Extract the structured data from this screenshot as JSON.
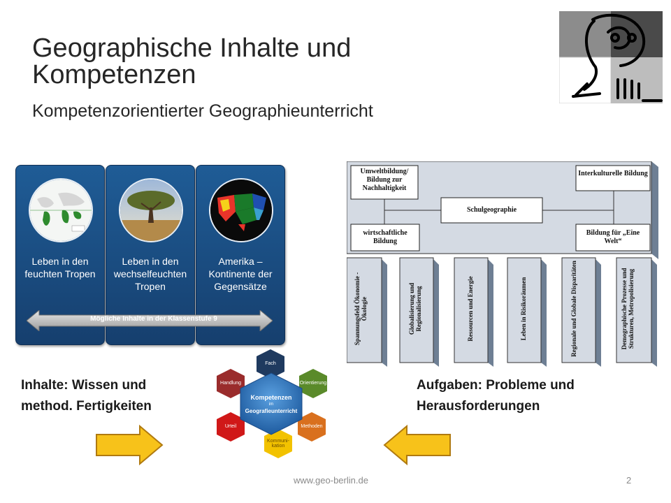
{
  "slide": {
    "title": "Geographische Inhalte und Kompetenzen",
    "subtitle": "Kompetenzorientierter Geographieunterricht",
    "footer": "www.geo-berlin.de",
    "page_number": "2"
  },
  "inhalte_cards": {
    "cards": [
      {
        "label": "Leben in den feuchten Tropen",
        "image": "world-globe-tropics-map"
      },
      {
        "label": "Leben in den wechselfeuchten Tropen",
        "image": "savanna-tree-photo"
      },
      {
        "label": "Amerika – Kontinente der Gegensätze",
        "image": "north-america-map"
      }
    ],
    "arrow_label": "Mögliche Inhalte in der Klassenstufe 9"
  },
  "schulgeographie": {
    "center": "Schulgeographie",
    "corner_boxes": {
      "top_left": "Umweltbildung/ Bildung zur Nachhaltigkeit",
      "top_right": "Interkulturelle Bildung",
      "bottom_left": "wirtschaftliche Bildung",
      "bottom_right": "Bildung für „Eine Welt“"
    },
    "pillars": [
      "Spannungsfeld Ökonomie - Ökologie",
      "Globalisierung und Regionalisierung",
      "Ressourcen und Energie",
      "Leben in Risikoräumen",
      "Regionale und Globale Disparitäten",
      "Demographische Prozesse und Strukturen, Metropolisierung"
    ]
  },
  "kompetenzen": {
    "center_title": "Kompetenzen",
    "center_sub": "im",
    "center_subject": "Geografieunterricht",
    "hexagons": [
      {
        "label": "Fach",
        "color": "#1f3a5f"
      },
      {
        "label": "Orientierung",
        "color": "#5a8a2a"
      },
      {
        "label": "Methoden",
        "color": "#d9701e"
      },
      {
        "label": "Kommuni-kation",
        "color": "#f2c200"
      },
      {
        "label": "Urteil",
        "color": "#d01818"
      },
      {
        "label": "Handlung",
        "color": "#9a2c2c"
      }
    ]
  },
  "left_caption": {
    "line1": "Inhalte: Wissen und",
    "line2": "method. Fertigkeiten"
  },
  "right_caption": {
    "line1": "Aufgaben: Probleme und",
    "line2": "Herausforderungen"
  },
  "colors": {
    "card_blue": "#1f5c96",
    "arrow_yellow": "#f7c21a",
    "arrow_border": "#b07a10"
  },
  "icons": [
    "owl-logo",
    "right-arrow-icon",
    "left-arrow-icon",
    "double-arrow-icon"
  ]
}
